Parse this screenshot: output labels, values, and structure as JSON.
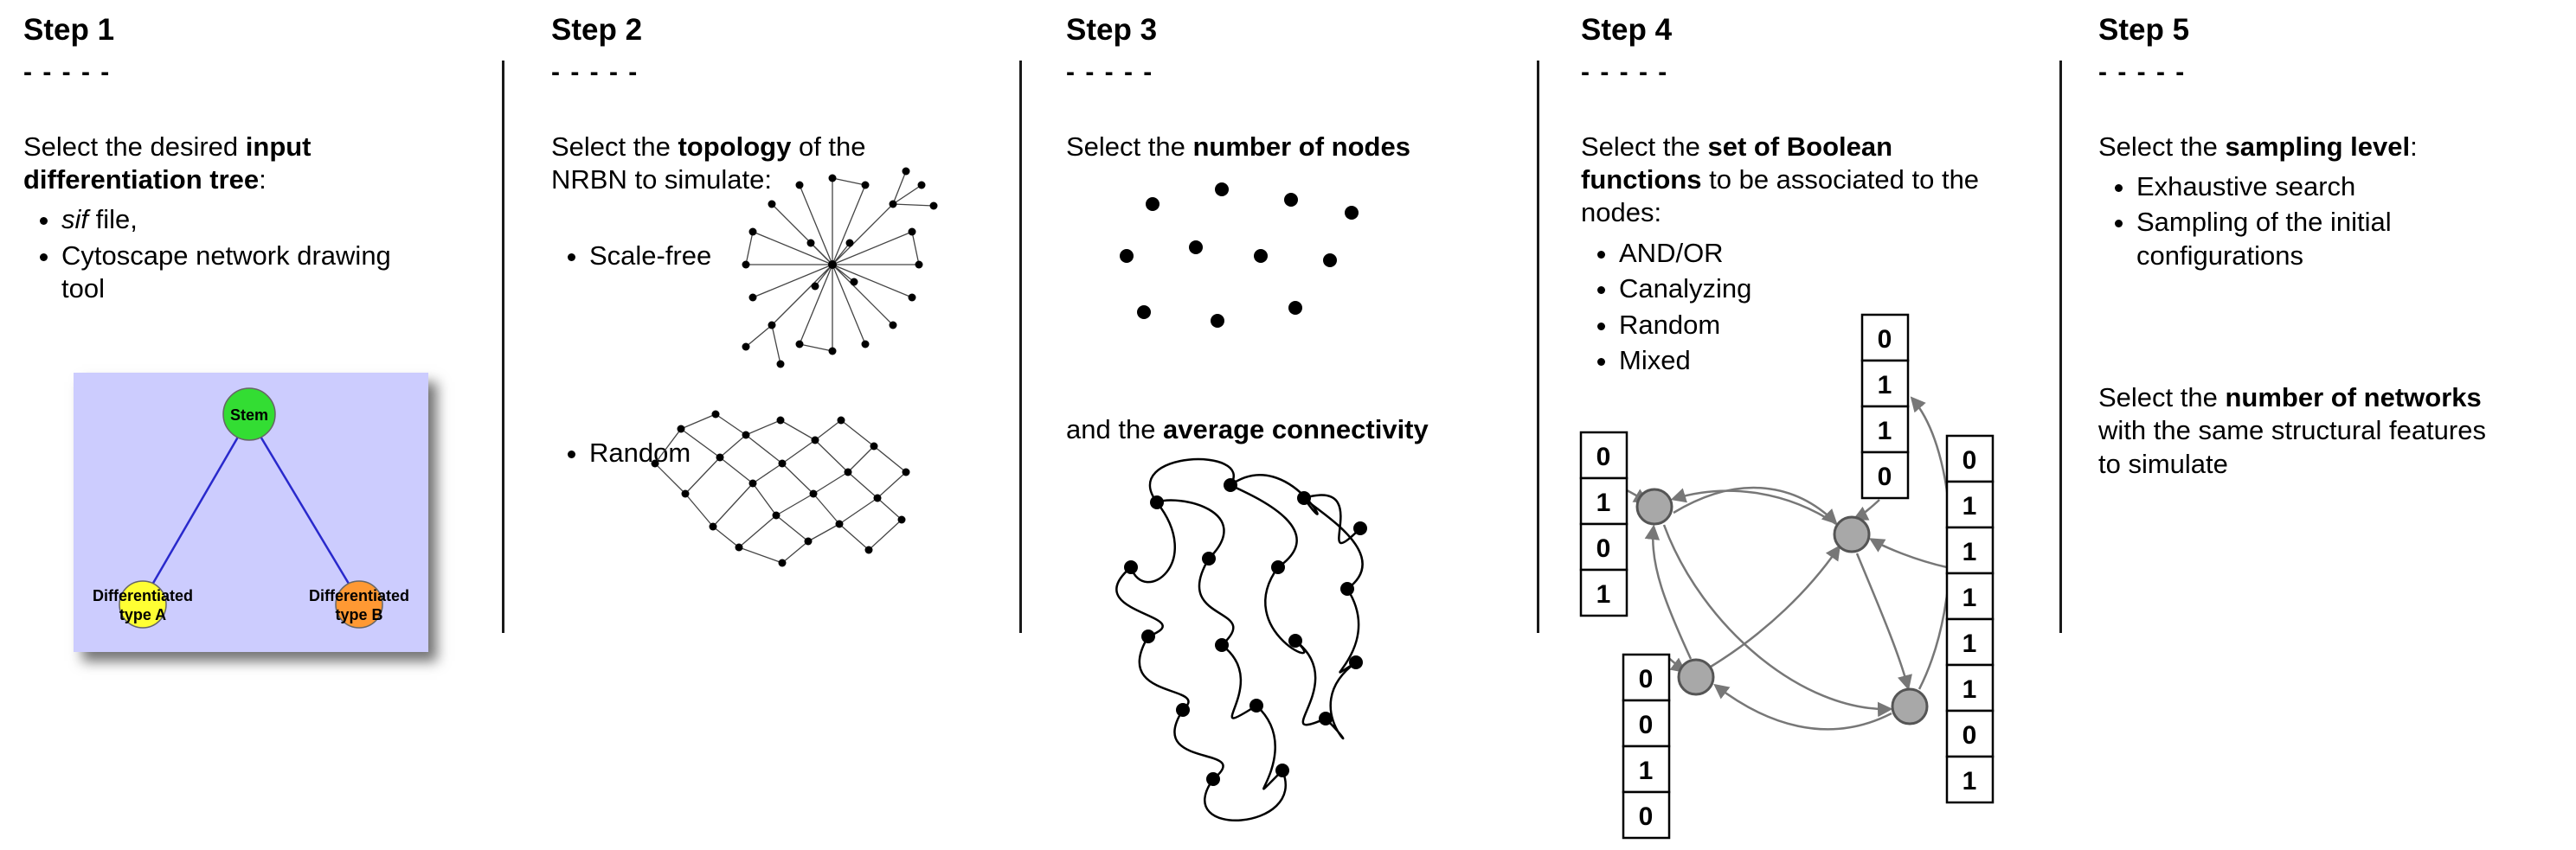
{
  "common": {
    "dashes": "- - - - -"
  },
  "steps": [
    {
      "title": "Step 1",
      "intro": {
        "pre": "Select the desired ",
        "bold": "input differentiation tree",
        "post": ":"
      },
      "bullets": [
        {
          "italic": "sif",
          "rest": " file,"
        },
        {
          "text": "Cytoscape network drawing tool"
        }
      ],
      "tree": {
        "root": "Stem",
        "child_a_line1": "Differentiated",
        "child_a_line2": "type A",
        "child_b_line1": "Differentiated",
        "child_b_line2": "type B",
        "colors": {
          "background": "#ccccfe",
          "edge": "#2929cc",
          "root": "#33dd33",
          "child_a": "#ffff33",
          "child_b": "#ff9933"
        }
      }
    },
    {
      "title": "Step 2",
      "intro": {
        "pre": "Select the ",
        "bold": "topology",
        "post": " of the NRBN to simulate:"
      },
      "bullets": [
        "Scale-free",
        "Random"
      ]
    },
    {
      "title": "Step 3",
      "intro": {
        "pre": "Select the ",
        "bold": "number of nodes",
        "post": ""
      },
      "second": {
        "pre": "and the ",
        "bold": "average connectivity",
        "post": ""
      }
    },
    {
      "title": "Step 4",
      "intro": {
        "pre": "Select the ",
        "bold": "set of Boolean functions",
        "post": " to be associated to the nodes:"
      },
      "bullets": [
        "AND/OR",
        "Canalyzing",
        "Random",
        "Mixed"
      ],
      "truth_tables": {
        "left": [
          "0",
          "1",
          "0",
          "1"
        ],
        "top": [
          "0",
          "1",
          "1",
          "0"
        ],
        "bottom": [
          "0",
          "0",
          "1",
          "0"
        ],
        "right": [
          "0",
          "1",
          "1",
          "1",
          "1",
          "1",
          "0",
          "1"
        ]
      }
    },
    {
      "title": "Step 5",
      "intro": {
        "pre": "Select the ",
        "bold": "sampling level",
        "post": ":"
      },
      "bullets": [
        "Exhaustive search",
        "Sampling of the initial configurations"
      ],
      "second": {
        "pre": "Select the ",
        "bold": "number of networks",
        "post": " with the same structural features to simulate"
      }
    }
  ]
}
